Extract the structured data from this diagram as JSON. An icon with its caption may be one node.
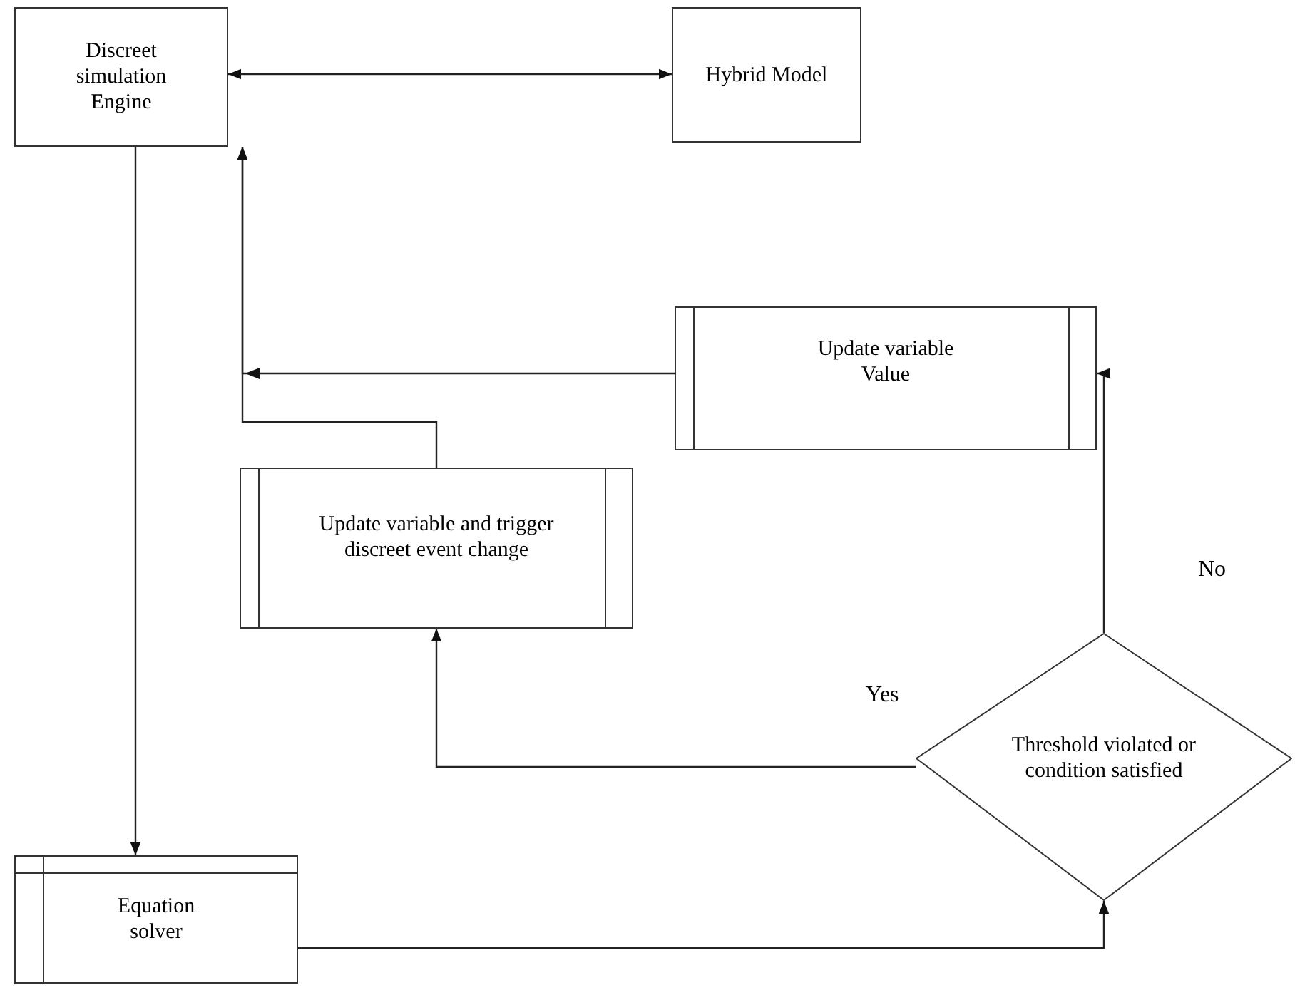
{
  "diagram": {
    "nodes": [
      {
        "text": [
          "Discreet simulation Engine"
        ]
      },
      {
        "text": [
          "Hybrid Model"
        ]
      },
      {
        "text": [
          "Update variable Value"
        ]
      },
      {
        "text": [
          "Update variable and trigger discreet event change"
        ]
      },
      {
        "text": [
          "Threshold violated or condition satisfied"
        ]
      },
      {
        "text": [
          "Equation solver"
        ]
      }
    ],
    "edges": [
      {
        "from": 0,
        "to": 1,
        "arrow": "both"
      },
      {
        "from": 0,
        "to": 5,
        "arrow": "to"
      },
      {
        "from": 2,
        "to": 0,
        "arrow": "to"
      },
      {
        "from": 3,
        "to": 0,
        "arrow": "to"
      },
      {
        "from": 4,
        "to": 2,
        "arrow": "to",
        "label": "No"
      },
      {
        "from": 4,
        "to": 3,
        "arrow": "to",
        "label": "Yes"
      },
      {
        "from": 5,
        "to": 4,
        "arrow": "to"
      }
    ]
  }
}
